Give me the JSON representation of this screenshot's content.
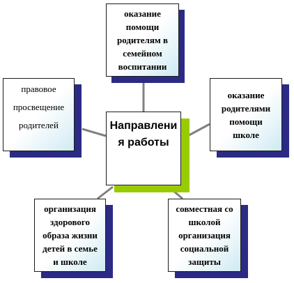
{
  "colors": {
    "shadow": "#2b2b85",
    "center_shadow": "#99cc00",
    "connector": "#808080",
    "box_border": "#1a1a1a",
    "box_gradient_end": "#cdeaf2"
  },
  "diagram": {
    "center": {
      "label": "Направления работы"
    },
    "nodes": {
      "top": {
        "label": "оказание\nпомощи\nродителям в\nсемейном\nвоспитании"
      },
      "left": {
        "label": "правовое\nпросвещение\nродителей"
      },
      "right": {
        "label": "оказание\nродителями\nпомощи\nшколе"
      },
      "bottom_left": {
        "label": "организация\nздорового\nобраза жизни\nдетей в семье\nи школе"
      },
      "bottom_right": {
        "label": "совместная со\nшколой\nорганизация\nсоциальной\nзащиты"
      }
    }
  }
}
